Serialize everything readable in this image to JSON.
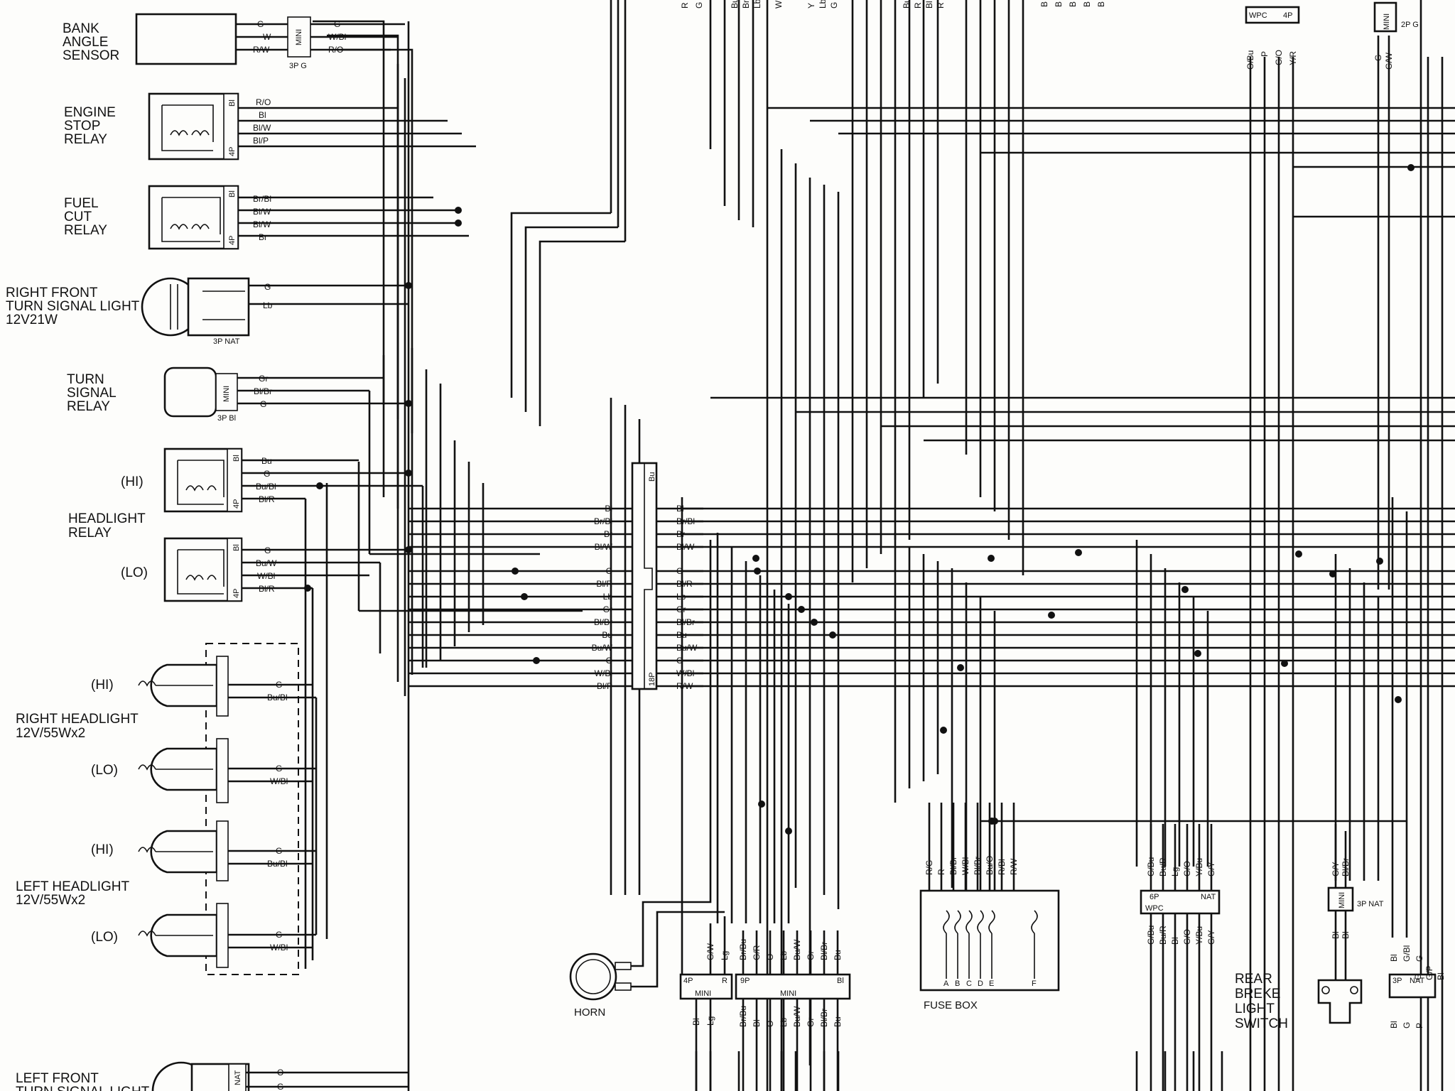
{
  "components": {
    "bank_angle_sensor": {
      "label": [
        "BANK",
        "ANGLE",
        "SENSOR"
      ],
      "connector": "3P G",
      "connector_type": "MINI",
      "pins_left": [
        "G",
        "W",
        "R/W"
      ],
      "pins_right": [
        "G",
        "W/Bl",
        "R/O"
      ]
    },
    "engine_stop_relay": {
      "label": [
        "ENGINE",
        "STOP",
        "RELAY"
      ],
      "connector": "4P",
      "connector_color": "Bl",
      "wires": [
        "R/O",
        "Bl",
        "Bl/W",
        "Bl/P"
      ]
    },
    "fuel_cut_relay": {
      "label": [
        "FUEL",
        "CUT",
        "RELAY"
      ],
      "connector": "4P",
      "connector_color": "Bl",
      "wires": [
        "Br/Bl",
        "Bl/W",
        "Bl/W",
        "Br"
      ]
    },
    "rf_turn_signal": {
      "label": [
        "RIGHT FRONT",
        "TURN SIGNAL LIGHT",
        "12V21W"
      ],
      "connector": "3P NAT",
      "wires": [
        "G",
        "Lb"
      ]
    },
    "turn_signal_relay": {
      "label": [
        "TURN",
        "SIGNAL",
        "RELAY"
      ],
      "connector": "3P Bl",
      "connector_type": "MINI",
      "wires": [
        "Gr",
        "Bl/Br",
        "G"
      ]
    },
    "headlight_relay": {
      "label": [
        "HEADLIGHT",
        "RELAY"
      ],
      "hi": "(HI)",
      "lo": "(LO)",
      "connector": "4P",
      "connector_color": "Bl",
      "hi_wires": [
        "Bu",
        "G",
        "Bu/Bl",
        "Bl/R"
      ],
      "lo_wires": [
        "G",
        "Bu/W",
        "W/Bl",
        "Bl/R"
      ]
    },
    "right_headlight": {
      "label": [
        "RIGHT HEADLIGHT",
        "12V/55Wx2"
      ],
      "hi": "(HI)",
      "lo": "(LO)",
      "hi_wires": [
        "G",
        "Bu/Bl"
      ],
      "lo_wires": [
        "G",
        "W/Bl"
      ]
    },
    "left_headlight": {
      "label": [
        "LEFT HEADLIGHT",
        "12V/55Wx2"
      ],
      "hi": "(HI)",
      "lo": "(LO)",
      "hi_wires": [
        "G",
        "Bu/Bl"
      ],
      "lo_wires": [
        "G",
        "W/Bl"
      ]
    },
    "lf_turn_signal": {
      "label": [
        "LEFT FRONT",
        "TURN SIGNAL LIGHT"
      ],
      "connector": "NAT",
      "wires": [
        "O",
        "G"
      ]
    },
    "connector_18p": {
      "label": "18P",
      "top": "Bu",
      "left": [
        "Bl",
        "Br/Bl",
        "Br",
        "Bl/W",
        "G",
        "Bl/R",
        "Lb",
        "Gr",
        "Bl/Br",
        "Bu",
        "Bu/W",
        "O",
        "W/Bl",
        "Bl/P"
      ],
      "right": [
        "Bl",
        "Br/Bl",
        "Br",
        "Bl/W",
        "G",
        "Bl/R",
        "Lb",
        "Gr",
        "Bl/Br",
        "Bu",
        "Bu/W",
        "O",
        "W/Bl",
        "R/W"
      ]
    },
    "horn": {
      "label": "HORN"
    },
    "mini_4p": {
      "left_tag": "4P",
      "right_tag": "R",
      "type": "MINI",
      "top": [
        "G/W",
        "Lg"
      ],
      "bottom": [
        "Bl",
        "Lg"
      ]
    },
    "mini_9p": {
      "left_tag": "9P",
      "right_tag": "Bl",
      "type": "MINI",
      "top": [
        "Br/Bu",
        "G/R",
        "O",
        "Lb",
        "Bu/W",
        "Gr",
        "Bl/Br",
        "Bu"
      ],
      "bottom": [
        "Br/Bu",
        "Bl",
        "O",
        "Lb",
        "Bu/W",
        "Gr",
        "Bl/Br",
        "Bu"
      ]
    },
    "fuse_box": {
      "label": "FUSE BOX",
      "wires": [
        "R/G",
        "R",
        "Bl/Br",
        "W/Bl",
        "Bl/Br",
        "Bu/O",
        "R/Bl",
        "R/W"
      ],
      "fuses": [
        "A",
        "B",
        "C",
        "D",
        "E",
        "F"
      ]
    },
    "wpc_6p": {
      "left_tag": "6P",
      "right_tag": "NAT",
      "type": "WPC",
      "top": [
        "G/Bu",
        "Bu/R",
        "Lg",
        "G/O",
        "Y/Bu",
        "G/Y"
      ],
      "bottom": [
        "G/Bu",
        "Bu/R",
        "Bl",
        "G/O",
        "Y/Bu",
        "G/Y"
      ]
    },
    "rear_brake_switch": {
      "label": [
        "REAR",
        "BREKE",
        "LIGHT",
        "SWITCH"
      ],
      "connector": "3P NAT",
      "connector_type": "MINI",
      "top": [
        "G/Y",
        "Bl/Br"
      ],
      "bottom": [
        "Bl",
        "Bl"
      ]
    },
    "wpc_4p_top": {
      "type": "WPC",
      "tag": "4P",
      "wires": [
        "O/Bu",
        "P",
        "G/O",
        "Y/R"
      ]
    },
    "mini_2p_g": {
      "type": "MINI",
      "tag": "2P G",
      "wires": [
        "G",
        "G/W"
      ]
    },
    "nat_3p_right": {
      "tag": "3P",
      "color": "NAT",
      "top": [
        "Bl",
        "G/Bl",
        "G"
      ],
      "bottom": [
        "Bl",
        "G",
        "P"
      ]
    },
    "top_edge_labels": {
      "a": [
        "R",
        "G"
      ],
      "b": [
        "Bu",
        "Br",
        "Lb",
        "W",
        "Y",
        "Lb",
        "G"
      ],
      "c": [
        "Bu",
        "R",
        "Bl",
        "R"
      ],
      "d": [
        "B",
        "B",
        "B",
        "B",
        "B"
      ],
      "e": [
        "G",
        "G/P",
        "Bl"
      ]
    }
  }
}
